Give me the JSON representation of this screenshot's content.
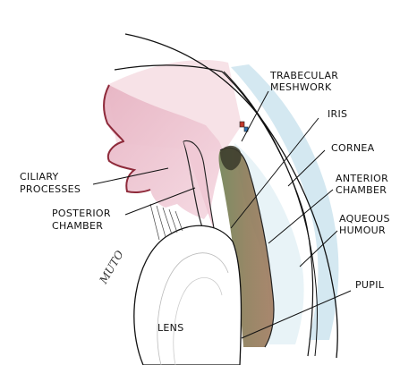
{
  "labels": {
    "trabecular_meshwork": [
      "TRABECULAR",
      "MESHWORK"
    ],
    "iris": "IRIS",
    "cornea": "CORNEA",
    "anterior_chamber": [
      "ANTERIOR",
      "CHAMBER"
    ],
    "aqueous_humour": [
      "AQUEOUS",
      "HUMOUR"
    ],
    "ciliary_processes": [
      "CILIARY",
      "PROCESSES"
    ],
    "posterior_chamber": [
      "POSTERIOR",
      "CHAMBER"
    ],
    "pupil": "PUPIL",
    "lens": "LENS"
  },
  "signature": "MUTO",
  "colors": {
    "ciliary_body": "#efc7d3",
    "ciliary_edge": "#8e2a3a",
    "iris_green": "#7b8a5c",
    "iris_brown": "#8c6b4a",
    "cornea_blue": "#cfe6f0",
    "anterior_chamber": "#e6f2f6",
    "lens": "#ffffff",
    "sclera": "#f6dde3"
  }
}
